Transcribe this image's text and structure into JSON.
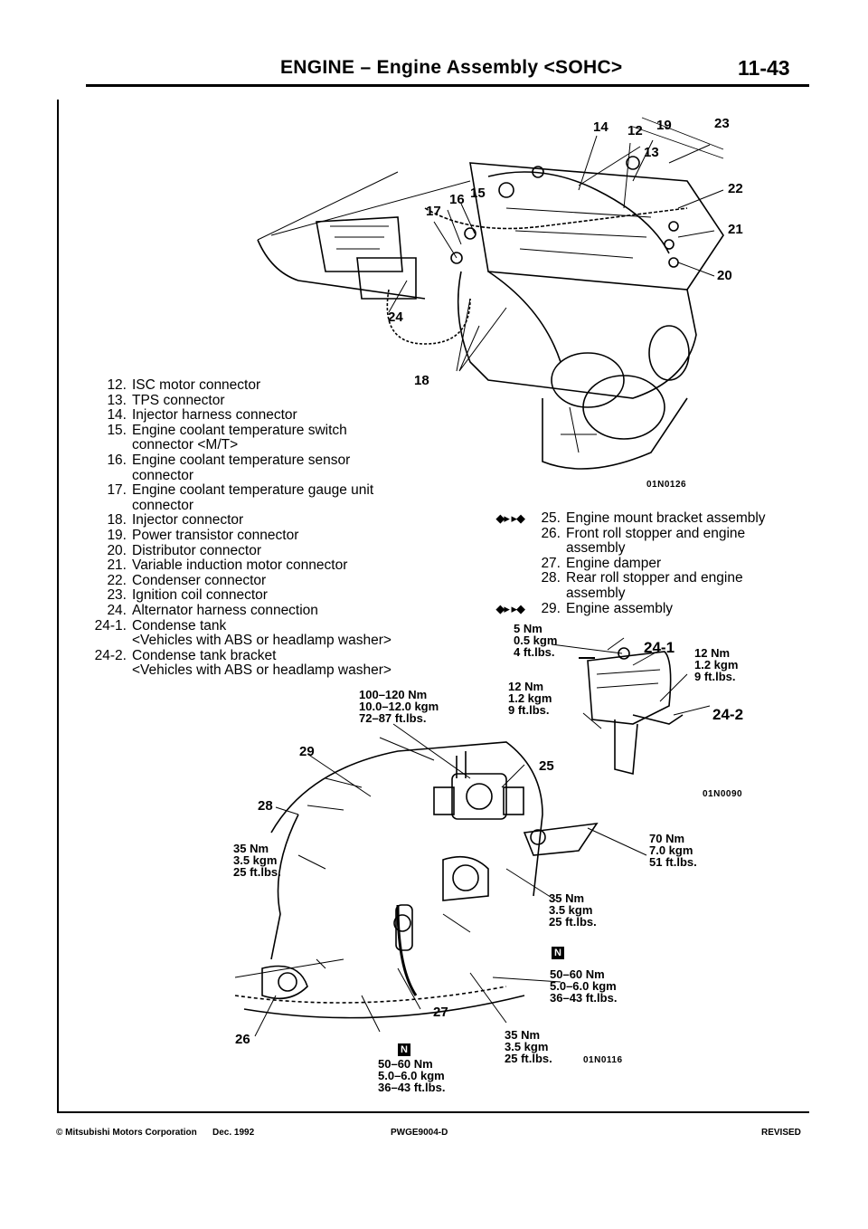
{
  "header": {
    "title": "ENGINE – Engine Assembly <SOHC>",
    "page_number": "11-43"
  },
  "legend_top": [
    {
      "num": "12.",
      "lines": [
        "ISC motor connector"
      ]
    },
    {
      "num": "13.",
      "lines": [
        "TPS connector"
      ]
    },
    {
      "num": "14.",
      "lines": [
        "Injector harness connector"
      ]
    },
    {
      "num": "15.",
      "lines": [
        "Engine coolant temperature switch",
        "connector <M/T>"
      ]
    },
    {
      "num": "16.",
      "lines": [
        "Engine coolant temperature sensor",
        "connector"
      ]
    },
    {
      "num": "17.",
      "lines": [
        "Engine coolant temperature gauge unit",
        "connector"
      ]
    },
    {
      "num": "18.",
      "lines": [
        "Injector connector"
      ]
    },
    {
      "num": "19.",
      "lines": [
        "Power transistor connector"
      ]
    },
    {
      "num": "20.",
      "lines": [
        "Distributor connector"
      ]
    },
    {
      "num": "21.",
      "lines": [
        "Variable induction motor connector"
      ]
    },
    {
      "num": "22.",
      "lines": [
        "Condenser connector"
      ]
    },
    {
      "num": "23.",
      "lines": [
        "Ignition coil connector"
      ]
    },
    {
      "num": "24.",
      "lines": [
        "Alternator harness connection"
      ]
    },
    {
      "num": "24-1.",
      "lines": [
        "Condense tank",
        "<Vehicles with ABS or headlamp washer>"
      ]
    },
    {
      "num": "24-2.",
      "lines": [
        "Condense tank bracket",
        "<Vehicles with ABS or headlamp washer>"
      ]
    }
  ],
  "legend_bottom": [
    {
      "num": "25.",
      "marks": "◆▸ ▸◆",
      "lines": [
        "Engine mount bracket assembly"
      ]
    },
    {
      "num": "26.",
      "marks": "",
      "lines": [
        "Front roll stopper and engine",
        "assembly"
      ]
    },
    {
      "num": "27.",
      "marks": "",
      "lines": [
        "Engine damper"
      ]
    },
    {
      "num": "28.",
      "marks": "",
      "lines": [
        "Rear roll stopper and engine",
        "assembly"
      ]
    },
    {
      "num": "29.",
      "marks": "◆▸ ▸◆",
      "lines": [
        "Engine assembly"
      ]
    }
  ],
  "figure_ids": {
    "fig1": "01N0126",
    "fig2": "01N0090",
    "fig3": "01N0116"
  },
  "fig1_callouts": {
    "c12": "12",
    "c13": "13",
    "c14": "14",
    "c15": "15",
    "c16": "16",
    "c17": "17",
    "c18": "18",
    "c19": "19",
    "c20": "20",
    "c21": "21",
    "c22": "22",
    "c23": "23",
    "c24": "24"
  },
  "fig2_callouts": {
    "c241": "24-1",
    "c242": "24-2"
  },
  "fig3_callouts": {
    "c25": "25",
    "c26": "26",
    "c27": "27",
    "c28": "28",
    "c29": "29"
  },
  "torque_labels": {
    "fig2_top": "5 Nm\n0.5 kgm\n4 ft.lbs.",
    "fig2_left": "12 Nm\n1.2 kgm\n9 ft.lbs.",
    "fig2_right": "12 Nm\n1.2 kgm\n9 ft.lbs.",
    "fig3_top": "100–120 Nm\n10.0–12.0 kgm\n72–87 ft.lbs.",
    "fig3_left": "35 Nm\n3.5 kgm\n25 ft.lbs.",
    "fig3_right_top": "70 Nm\n7.0 kgm\n51 ft.lbs.",
    "fig3_right_mid": "35 Nm\n3.5 kgm\n25 ft.lbs.",
    "fig3_right_low": "50–60 Nm\n5.0–6.0 kgm\n36–43 ft.lbs.",
    "fig3_bottom_right": "35 Nm\n3.5 kgm\n25 ft.lbs.",
    "fig3_bottom": "50–60 Nm\n5.0–6.0 kgm\n36–43 ft.lbs."
  },
  "n_marks": {
    "n1": "N",
    "n2": "N"
  },
  "footer": {
    "copyright": "© Mitsubishi Motors Corporation",
    "date": "Dec. 1992",
    "code": "PWGE9004-D",
    "status": "REVISED"
  }
}
